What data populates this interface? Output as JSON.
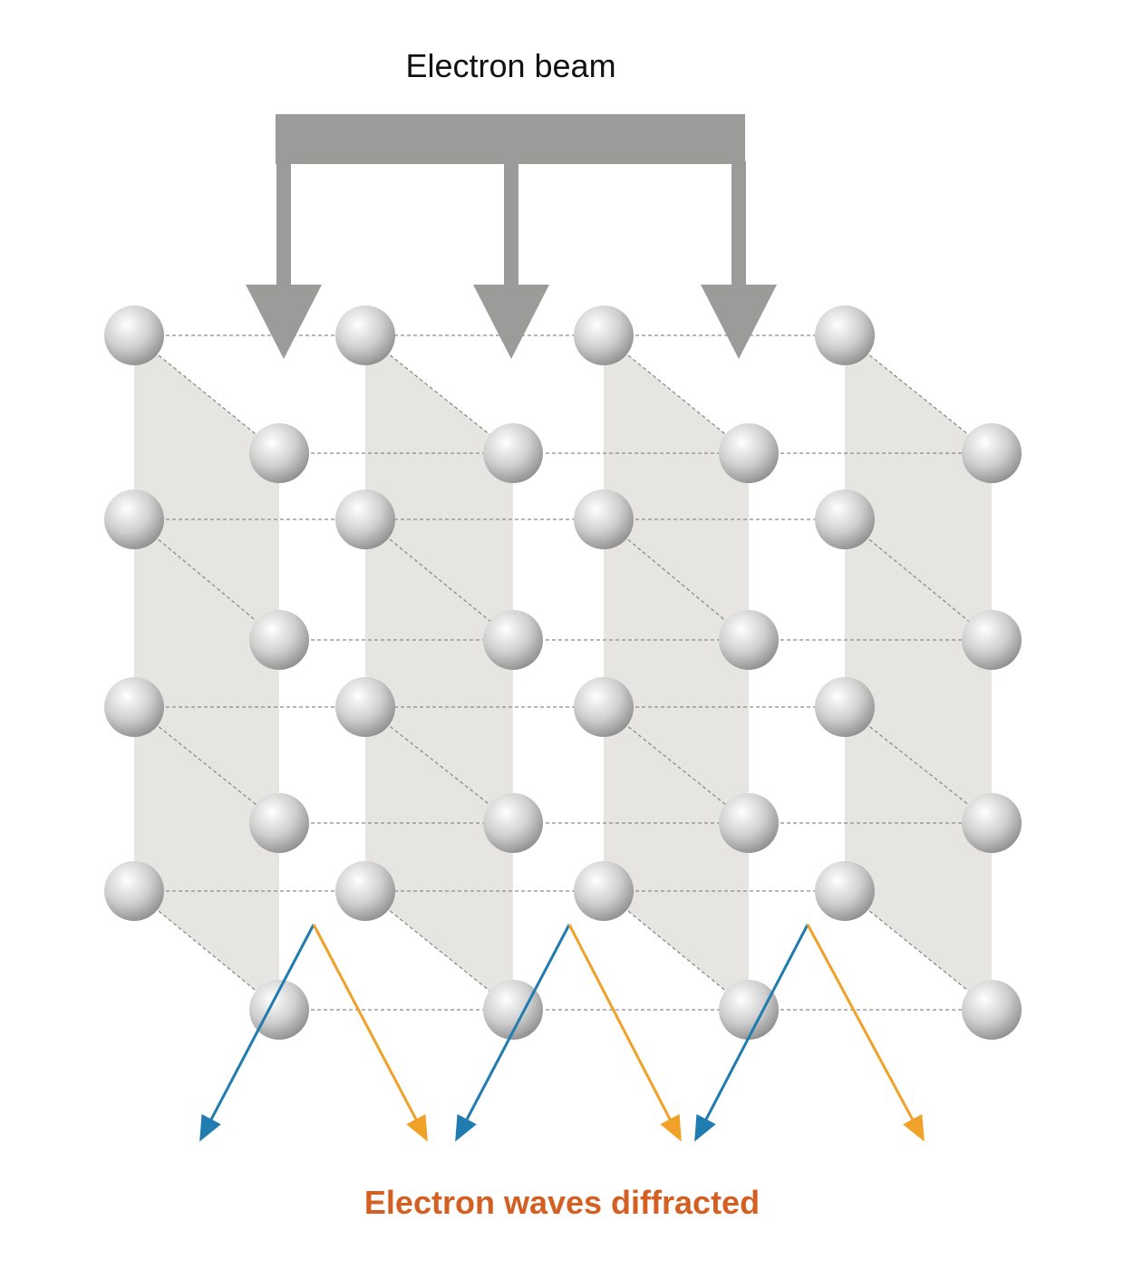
{
  "beam_label": "Electron beam",
  "diffracted_label": "Electron waves diffracted",
  "colors": {
    "beam": "#9b9b9a",
    "plane_fill": "#e7e5e2",
    "lattice_line": "#8c8c8c",
    "atom_light": "#ffffff",
    "atom_mid": "#cfcfcf",
    "atom_dark": "#8e8e8e",
    "ray_blue": "#1f7bb0",
    "ray_orange": "#f0a128",
    "diffracted_text": "#d35f22"
  },
  "lattice": {
    "columns": 4,
    "front_rows": 4,
    "back_rows": 4
  },
  "beam": {
    "arrows": 3
  },
  "diffraction": {
    "pairs": 3
  }
}
